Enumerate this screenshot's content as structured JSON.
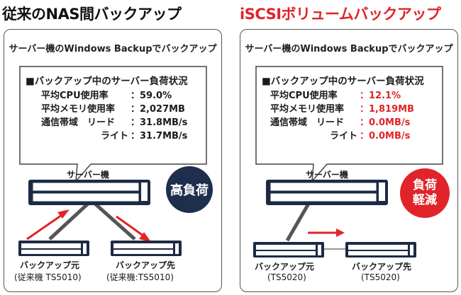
{
  "left": {
    "heading": "従来のNAS間バックアップ",
    "caption": "サーバー機のWindows Backupでバックアップ",
    "bubble": {
      "title": "■バックアップ中のサーバー負荷状況",
      "rows": [
        {
          "label": "平均CPU使用率",
          "value": "：59.0%"
        },
        {
          "label": "平均メモリ使用率",
          "value": "：2,027MB"
        },
        {
          "label": "通信帯域　リード",
          "value": "：31.8MB/s"
        },
        {
          "label": "ライト",
          "value": "：31.7MB/s"
        }
      ]
    },
    "server_label": "サーバー機",
    "badge": "高負荷",
    "source": {
      "name": "バックアップ元",
      "model": "(従来機 TS5010)"
    },
    "target": {
      "name": "バックアップ先",
      "model": "(従来機:TS5010)"
    }
  },
  "right": {
    "heading": "iSCSIボリュームバックアップ",
    "caption": "サーバー機のWindows Backupでバックアップ",
    "bubble": {
      "title": "■バックアップ中のサーバー負荷状況",
      "rows": [
        {
          "label": "平均CPU使用率",
          "value": "：12.1%"
        },
        {
          "label": "平均メモリ使用率",
          "value": "：1,819MB"
        },
        {
          "label": "通信帯域　リード",
          "value": "：0.0MB/s"
        },
        {
          "label": "ライト",
          "value": "：0.0MB/s"
        }
      ]
    },
    "server_label": "サーバー機",
    "badge": [
      "負荷",
      "軽減"
    ],
    "source": {
      "name": "バックアップ元",
      "model": "(TS5020)"
    },
    "target": {
      "name": "バックアップ先",
      "model": "(TS5020)"
    }
  },
  "colors": {
    "accent": "#e0242a",
    "badge_dark": "#1f2e4d",
    "device": "#1c2a45"
  }
}
